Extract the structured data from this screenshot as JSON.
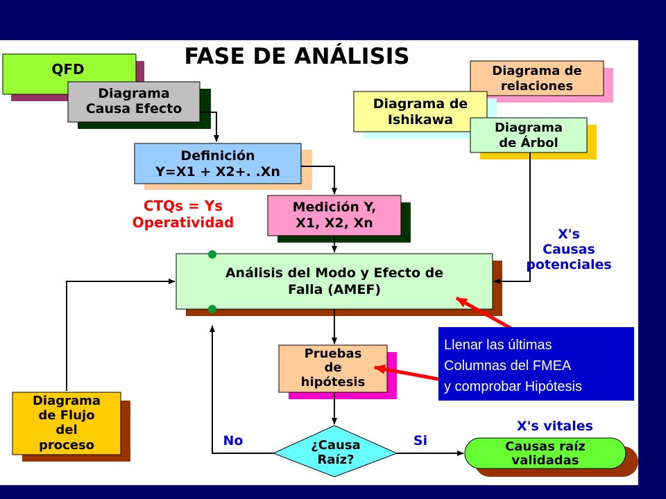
{
  "title": "FASE DE ANÁLISIS",
  "boxes": {
    "qfd": "QFD",
    "causa_efecto": [
      "Diagrama",
      "Causa Efecto"
    ],
    "definicion": [
      "Definición",
      "Y=X1 + X2+. .Xn"
    ],
    "medicion": [
      "Medición Y,",
      "X1, X2, Xn"
    ],
    "relaciones": [
      "Diagrama de",
      "relaciones"
    ],
    "ishikawa": [
      "Diagrama de",
      "Ishikawa"
    ],
    "arbol": [
      "Diagrama",
      "de Árbol"
    ],
    "amef": [
      "Análisis del Modo y Efecto de",
      "Falla (AMEF)"
    ],
    "pruebas": [
      "Pruebas",
      "de",
      "hipótesis"
    ],
    "flujo": [
      "Diagrama",
      "de Flujo",
      "del",
      "proceso"
    ],
    "causa_raiz_q": [
      "¿Causa",
      "Raíz?"
    ],
    "causas_validadas": [
      "Causas raíz",
      "validadas"
    ]
  },
  "labels": {
    "ctqs": [
      "CTQs = Ys",
      "Operatividad"
    ],
    "xs_potenciales": [
      "X's",
      "Causas",
      "potenciales"
    ],
    "xs_vitales": "X's vitales",
    "no": "No",
    "si": "Si"
  },
  "callout": [
    "Llenar las últimas",
    "Columnas del FMEA",
    "y comprobar Hipótesis"
  ],
  "colors": {
    "background": "#000066",
    "qfd_fill": "#99ff33",
    "causa_fill": "#c0c0c0",
    "definicion_fill": "#99ccff",
    "medicion_fill": "#ff99cc",
    "relaciones_fill": "#ffcc99",
    "ishikawa_fill": "#ffff99",
    "arbol_fill": "#ccffcc",
    "amef_fill": "#ccffcc",
    "pruebas_fill": "#ffcc99",
    "flujo_fill": "#ffcc00",
    "decision_fill": "#66ffff",
    "validadas_fill": "#66ff33",
    "label_red": "#ff0000",
    "label_blue": "#0000cc",
    "callout_fill": "#0000cc"
  }
}
